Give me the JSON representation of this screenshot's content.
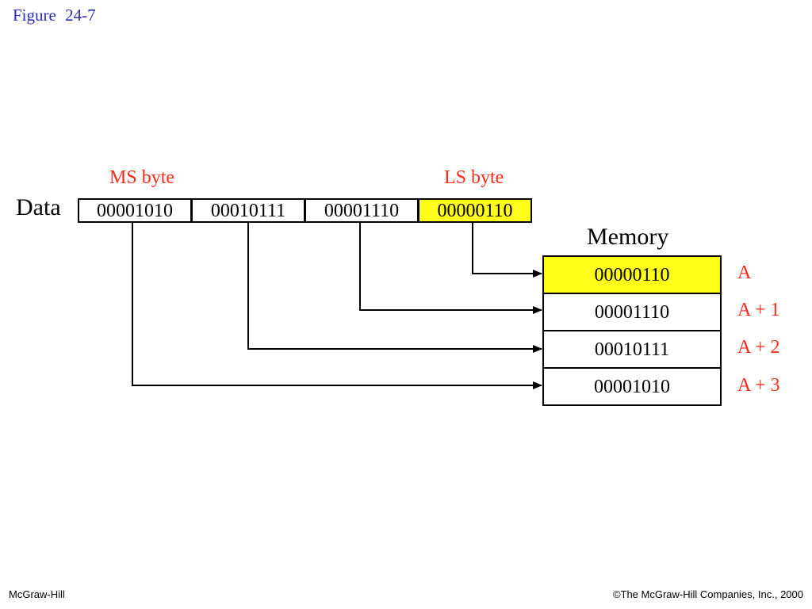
{
  "header": {
    "title": "Figure  24-7"
  },
  "diagram": {
    "ms_label": "MS byte",
    "ls_label": "LS byte",
    "data_label": "Data",
    "memory_label": "Memory",
    "data_bytes": [
      {
        "value": "00001010",
        "highlighted": false
      },
      {
        "value": "00010111",
        "highlighted": false
      },
      {
        "value": "00001110",
        "highlighted": false
      },
      {
        "value": "00000110",
        "highlighted": true
      }
    ],
    "memory_cells": [
      {
        "value": "00000110",
        "address": "A",
        "highlighted": true
      },
      {
        "value": "00001110",
        "address": "A + 1",
        "highlighted": false
      },
      {
        "value": "00010111",
        "address": "A + 2",
        "highlighted": false
      },
      {
        "value": "00001010",
        "address": "A + 3",
        "highlighted": false
      }
    ],
    "colors": {
      "highlight": "#ffff1a",
      "label_red": "#ff2a1a",
      "title_blue": "#2b2bb8"
    }
  },
  "footer": {
    "left": "McGraw-Hill",
    "right": "©The McGraw-Hill Companies, Inc., 2000"
  }
}
